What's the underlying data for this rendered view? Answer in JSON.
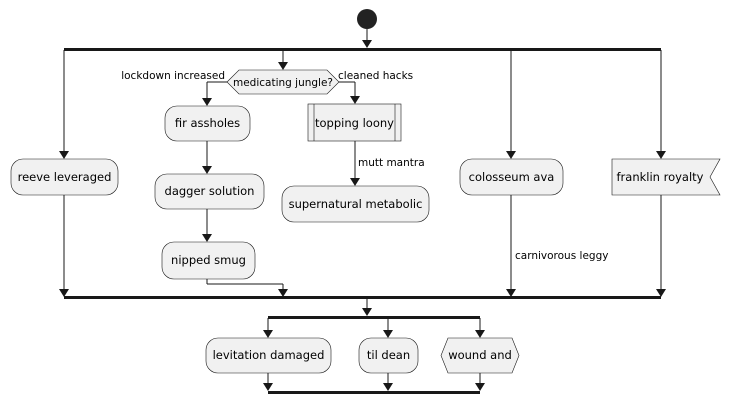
{
  "diagram": {
    "decision": {
      "question": "medicating jungle?",
      "yes_label": "lockdown increased",
      "no_label": "cleaned hacks"
    },
    "nodes": {
      "reeve": "reeve leveraged",
      "fir": "fir assholes",
      "dagger": "dagger solution",
      "nipped": "nipped smug",
      "topping": "topping loony",
      "supernatural": "supernatural metabolic",
      "colosseum": "colosseum ava",
      "franklin": "franklin royalty",
      "levitation": "levitation damaged",
      "til": "til dean",
      "wound": "wound and"
    },
    "edge_labels": {
      "mutt": "mutt mantra",
      "carnivorous": "carnivorous leggy"
    }
  }
}
